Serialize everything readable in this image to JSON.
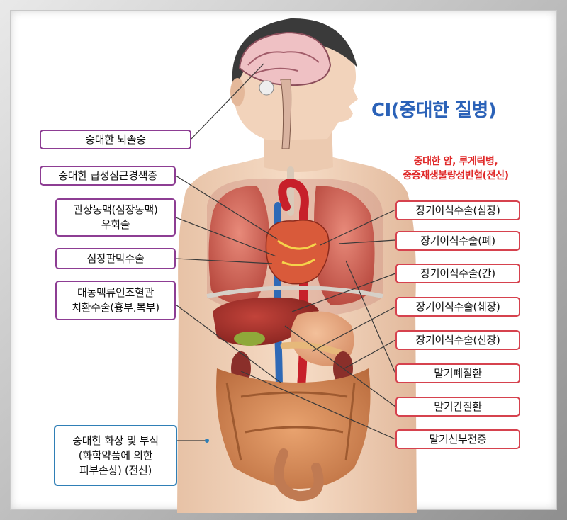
{
  "title": "CI(중대한 질병)",
  "red_caption": [
    "중대한 암, 루게릭병,",
    "중증재생불량성빈혈(전신)"
  ],
  "left_labels": [
    {
      "id": "stroke",
      "lines": [
        "중대한 뇌졸중"
      ]
    },
    {
      "id": "mi",
      "lines": [
        "중대한 급성심근경색증"
      ]
    },
    {
      "id": "cabg",
      "lines": [
        "관상동맥(심장동맥)",
        "우회술"
      ]
    },
    {
      "id": "valve",
      "lines": [
        "심장판막수술"
      ]
    },
    {
      "id": "aorta",
      "lines": [
        "대동맥류인조혈관",
        "치환수술(흉부,복부)"
      ]
    }
  ],
  "right_labels": [
    {
      "id": "heart-transplant",
      "text": "장기이식수술(심장)"
    },
    {
      "id": "lung-transplant",
      "text": "장기이식수술(폐)"
    },
    {
      "id": "liver-transplant",
      "text": "장기이식수술(간)"
    },
    {
      "id": "pancreas-transplant",
      "text": "장기이식수술(췌장)"
    },
    {
      "id": "kidney-transplant",
      "text": "장기이식수술(신장)"
    },
    {
      "id": "end-lung",
      "text": "말기폐질환"
    },
    {
      "id": "end-liver",
      "text": "말기간질환"
    },
    {
      "id": "end-kidney",
      "text": "말기신부전증"
    }
  ],
  "burn_label": {
    "lines": [
      "중대한 화상 및 부식",
      "(화학약품에 의한",
      "피부손상) (전신)"
    ]
  },
  "colors": {
    "title": "#2b62b8",
    "red_text": "#e02a2a",
    "left_border": "#8d3d93",
    "right_border": "#d6424e",
    "burn_border": "#2f7fb6"
  }
}
